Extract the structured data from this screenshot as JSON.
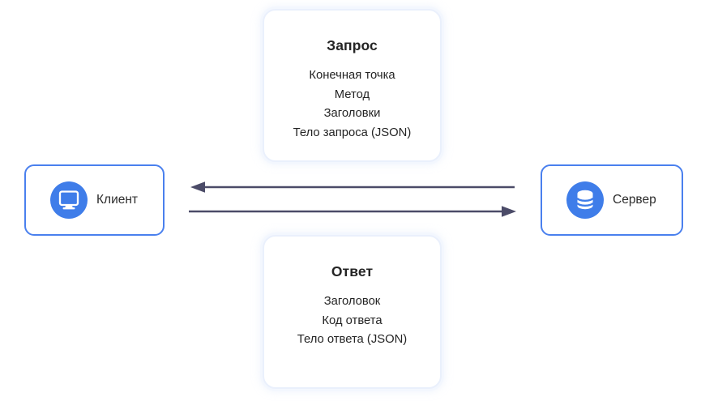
{
  "diagram": {
    "request_card": {
      "title": "Запрос",
      "items": [
        "Конечная точка",
        "Метод",
        "Заголовки",
        "Тело запроса (JSON)"
      ]
    },
    "response_card": {
      "title": "Ответ",
      "items": [
        "Заголовок",
        "Код ответа",
        "Тело ответа (JSON)"
      ]
    },
    "client_node": {
      "label": "Клиент",
      "icon": "monitor-icon"
    },
    "server_node": {
      "label": "Сервер",
      "icon": "database-icon"
    },
    "arrows": {
      "to_client": {
        "from": "server",
        "to": "client",
        "direction": "left"
      },
      "to_server": {
        "from": "client",
        "to": "server",
        "direction": "right"
      }
    },
    "colors": {
      "node_border": "#4a80ee",
      "icon_circle": "#3f7de9",
      "arrow": "#4b4b68",
      "card_border": "#eaf0fc",
      "card_glow": "#f3f7fe",
      "text_primary": "#242424",
      "background": "#ffffff"
    }
  }
}
